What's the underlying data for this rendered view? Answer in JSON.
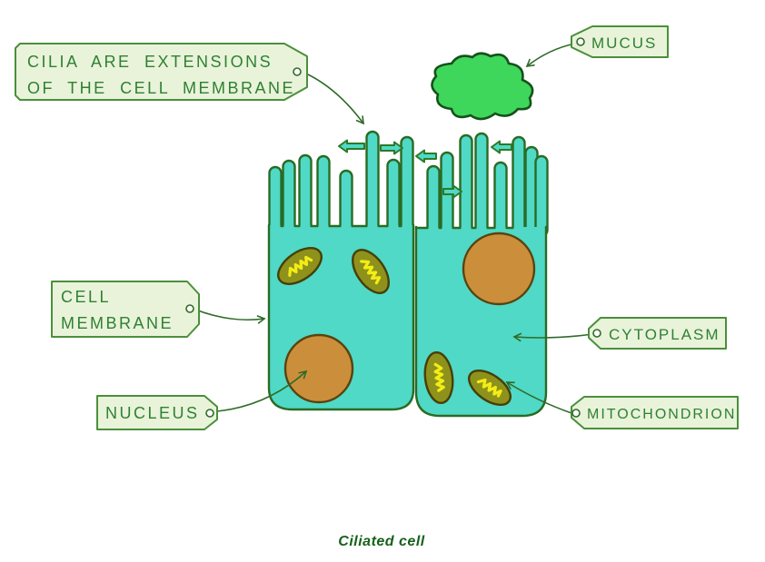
{
  "tags": {
    "cilia": {
      "line1": "CILIA ARE EXTENSIONS",
      "line2": "OF THE CELL MEMBRANE"
    },
    "mucus": {
      "label": "MUCUS"
    },
    "cell_membrane": {
      "line1": "CELL",
      "line2": "MEMBRANE"
    },
    "nucleus": {
      "label": "NUCLEUS"
    },
    "cytoplasm": {
      "label": "CYTOPLASM"
    },
    "mitochondrion": {
      "label": "MITOCHONDRION"
    }
  },
  "caption": "Ciliated cell",
  "icons": {
    "cilia_motion_left": "hollow-arrow-left",
    "cilia_motion_right": "hollow-arrow-right",
    "tag_eyelet": "eyelet-circle",
    "pointer": "curved-arrow"
  },
  "colors": {
    "tag_fill": "#e9f3da",
    "tag_border": "#4b8f3c",
    "label_text": "#2f8132",
    "cell_fill": "#4fd9c6",
    "cell_outline": "#2a6b24",
    "nucleus_fill": "#cb8f3b",
    "mitochondrion_fill": "#8e921c",
    "cristae_yellow": "#f4ec16",
    "mucus_fill": "#3ed65b",
    "pointer_arrow": "#2f6b28",
    "caption_text": "#15611a",
    "background": "#ffffff"
  }
}
